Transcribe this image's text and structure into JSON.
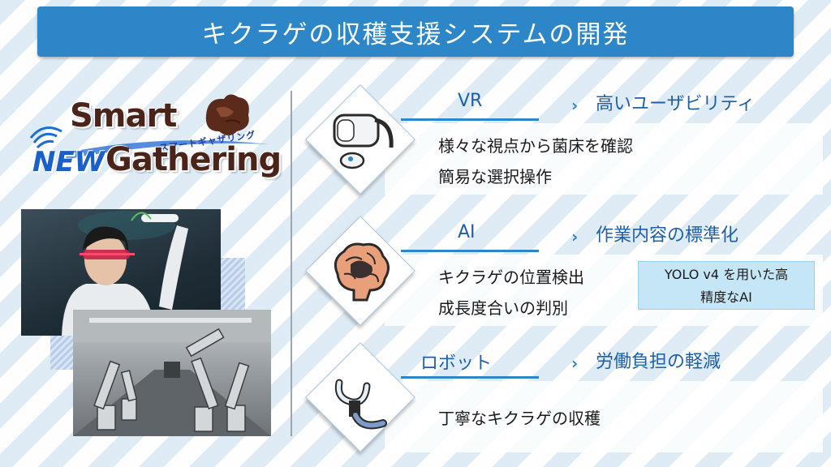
{
  "title": "キクラゲの収穫支援システムの開発",
  "logo": {
    "word1": "Smart",
    "word2": "NEW",
    "word3": "Gathering",
    "subtitle": "スマートギャザリング"
  },
  "sections": [
    {
      "title": "VR",
      "subtitle": "高いユーザビリティ",
      "lines": [
        "様々な視点から菌床を確認",
        "簡易な選択操作"
      ],
      "icon": "vr-headset-icon"
    },
    {
      "title": "AI",
      "subtitle": "作業内容の標準化",
      "lines": [
        "キクラゲの位置検出",
        "成長度合いの判別"
      ],
      "note": [
        "YOLO v4 を用いた高",
        "精度なAI"
      ],
      "icon": "brain-icon"
    },
    {
      "title": "ロボット",
      "subtitle": "労働負担の軽減",
      "lines": [
        "丁寧なキクラゲの収穫"
      ],
      "icon": "robot-arm-icon"
    }
  ],
  "colors": {
    "accent": "#2d86c8",
    "heading": "#1f5fa8",
    "note_bg": "#c5e6f7",
    "logo_brown": "#4a2418",
    "logo_blue": "#1b5fc7"
  }
}
